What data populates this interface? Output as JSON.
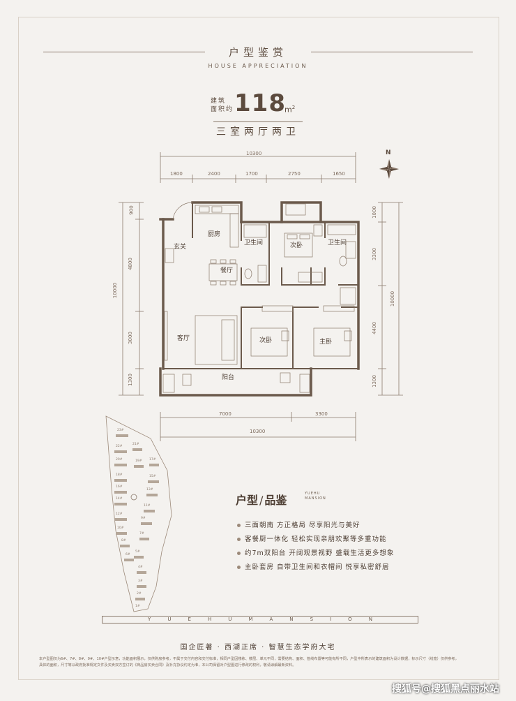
{
  "header": {
    "title": "户型鉴赏",
    "subtitle": "HOUSE APPRECIATION"
  },
  "unit": {
    "area_label_line1": "建筑",
    "area_label_line2": "面积约",
    "area_value": "118",
    "area_unit": "m",
    "area_unit_sup": "2",
    "layout_name": "三室两厅两卫"
  },
  "floorplan": {
    "compass_label": "N",
    "top_total": "10300",
    "top_segments": [
      "1800",
      "2400",
      "1700",
      "2750",
      "1650"
    ],
    "bottom_segments": [
      "7000",
      "3300"
    ],
    "bottom_total": "10300",
    "left_segments": [
      "900",
      "4800",
      "3000",
      "1300"
    ],
    "left_total": "10000",
    "right_segments": [
      "1000",
      "3300",
      "4400",
      "1300"
    ],
    "right_total": "10000",
    "rooms": {
      "kitchen": "厨房",
      "foyer": "玄关",
      "bathroom_1": "卫生间",
      "bedroom_2": "次卧",
      "bathroom_2": "卫生间",
      "dining": "餐厅",
      "living": "客厅",
      "bedroom_3": "次卧",
      "master": "主卧",
      "balcony": "阳台"
    }
  },
  "siteplan": {
    "building_labels": [
      "23#",
      "22#",
      "21#",
      "20#",
      "19#",
      "18#",
      "17#",
      "16#",
      "15#",
      "14#",
      "13#",
      "12#",
      "11#",
      "10#",
      "9#",
      "8#",
      "7#",
      "6#",
      "5#",
      "4#",
      "3#",
      "2#",
      "1#"
    ]
  },
  "brand": {
    "title_a": "户型",
    "title_sep": "/",
    "title_b": "品鉴",
    "sub_line1": "YUEHU",
    "sub_line2": "MANSION"
  },
  "features": [
    "三面朝南 方正格局 尽享阳光与美好",
    "客餐厨一体化 轻松实现亲朋欢聚等多重功能",
    "约7m双阳台 开阔观景视野 盛载生活更多想象",
    "主卧套房 自带卫生间和衣帽间 悦享私密舒居"
  ],
  "footer": {
    "letters": [
      "Y",
      "U",
      "E",
      "H",
      "U",
      "M",
      "A",
      "N",
      "S",
      "I",
      "O",
      "N"
    ],
    "slogan": "国企匠著 · 西湖正席 · 智慧生态学府大宅",
    "disclaimer_1": "本户型图仅为6#、7#、8#、9#、10#户型示意，功能面积展示，仅供购房参考，不属于交付内容和交付标准，相同户型因楼栋、楼层、单元不同，需要结构、面积、管线布置等可能有所不同，户型中所表示的建筑面积为设计数据，标示尺寸（线宽）仅供参考，",
    "disclaimer_2": "具体的面积，尺寸等以政府批准规定文件及买卖双方签订的《商品房买卖合同》及补充协议约定为准，本公司保留对户型图进行修改的权利，敬请谅解最新资料。",
    "watermark": "搜狐号@搜狐黑点丽水站"
  },
  "colors": {
    "background": "#f4f2ef",
    "text": "#5c4b3e",
    "wall": "#6b5a4c",
    "accent": "#9c8a7a"
  }
}
